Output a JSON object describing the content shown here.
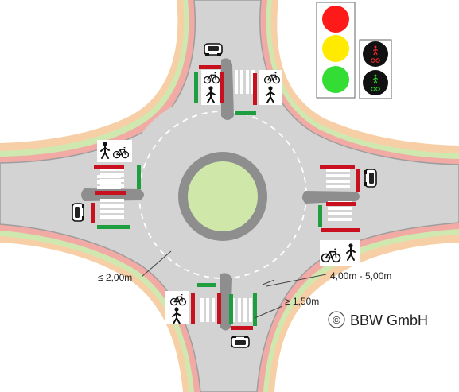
{
  "labels": {
    "dim_lane": "≤ 2,00m",
    "dim_island": "4,00m - 5,00m",
    "dim_gap": "≥ 1,50m",
    "copyright_symbol": "©",
    "copyright_text": "BBW GmbH"
  },
  "colors": {
    "road": "#d3d3d3",
    "road_edge": "#9e9e9e",
    "bike_lane": "#f2aaa5",
    "verge": "#cfe8b0",
    "sidewalk": "#f7cfa6",
    "central_island": "#cfe8a9",
    "island_ring": "#8e8e8e",
    "stop_red": "#c8101e",
    "stop_green": "#1f9e40",
    "signal_red": "#ff1a1a",
    "signal_yellow": "#ffea00",
    "signal_green": "#33dd33"
  },
  "icons": [
    "car-icon",
    "pedestrian-icon",
    "bicycle-icon",
    "traffic-light-icon",
    "pedestrian-bike-signal-icon"
  ]
}
